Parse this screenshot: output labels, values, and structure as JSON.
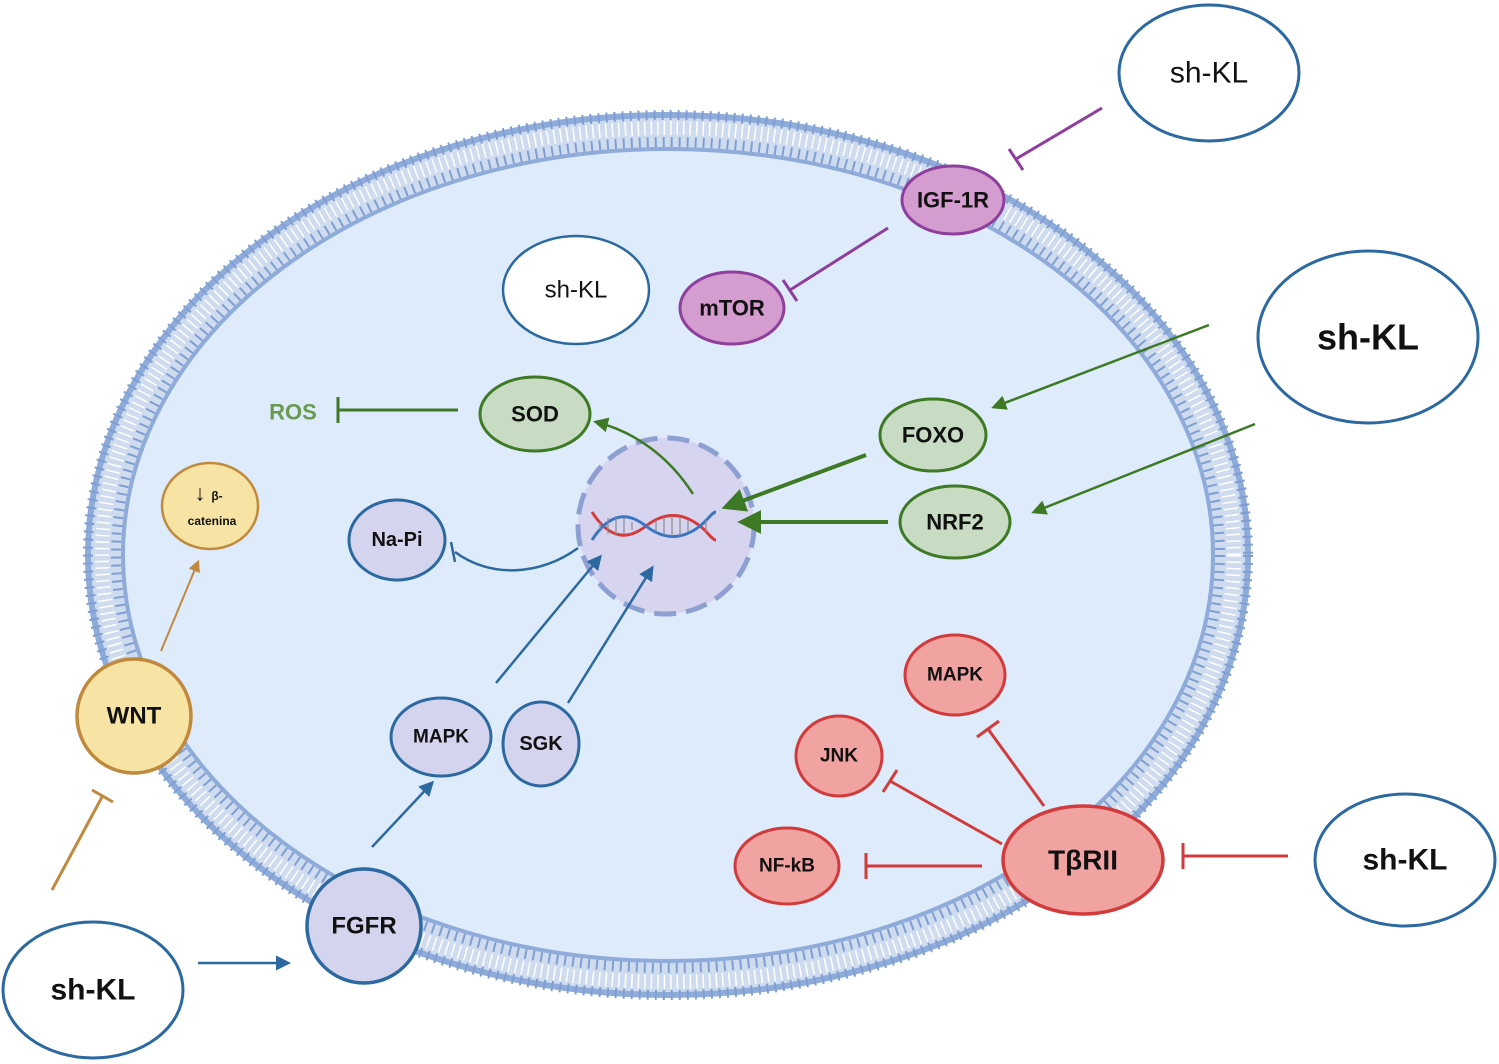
{
  "external": {
    "shkl_top_right": "sh-KL",
    "shkl_mid_right": "sh-KL",
    "shkl_bottom_right": "sh-KL",
    "shkl_bottom_left": "sh-KL"
  },
  "inner": {
    "shkl_inside": "sh-KL"
  },
  "nodes": {
    "igf1r": "IGF-1R",
    "mtor": "mTOR",
    "ros": "ROS",
    "sod": "SOD",
    "foxo": "FOXO",
    "nrf2": "NRF2",
    "napi": "Na-Pi",
    "beta_catenin_arrow": "↓",
    "beta_catenin_line1": "β-",
    "beta_catenin_line2": "catenina",
    "wnt": "WNT",
    "mapk_left": "MAPK",
    "sgk": "SGK",
    "fgfr": "FGFR",
    "mapk_right": "MAPK",
    "jnk": "JNK",
    "nfkb": "NF-kB",
    "tbrii": "TβRII"
  },
  "colors": {
    "cell_fill": "#deebfb",
    "membrane": "#89a8d8",
    "purple": "#8e3f9e",
    "green": "#3e7a25",
    "blue": "#2c69a0",
    "red": "#d23b3b",
    "gold": "#c08a3e"
  }
}
